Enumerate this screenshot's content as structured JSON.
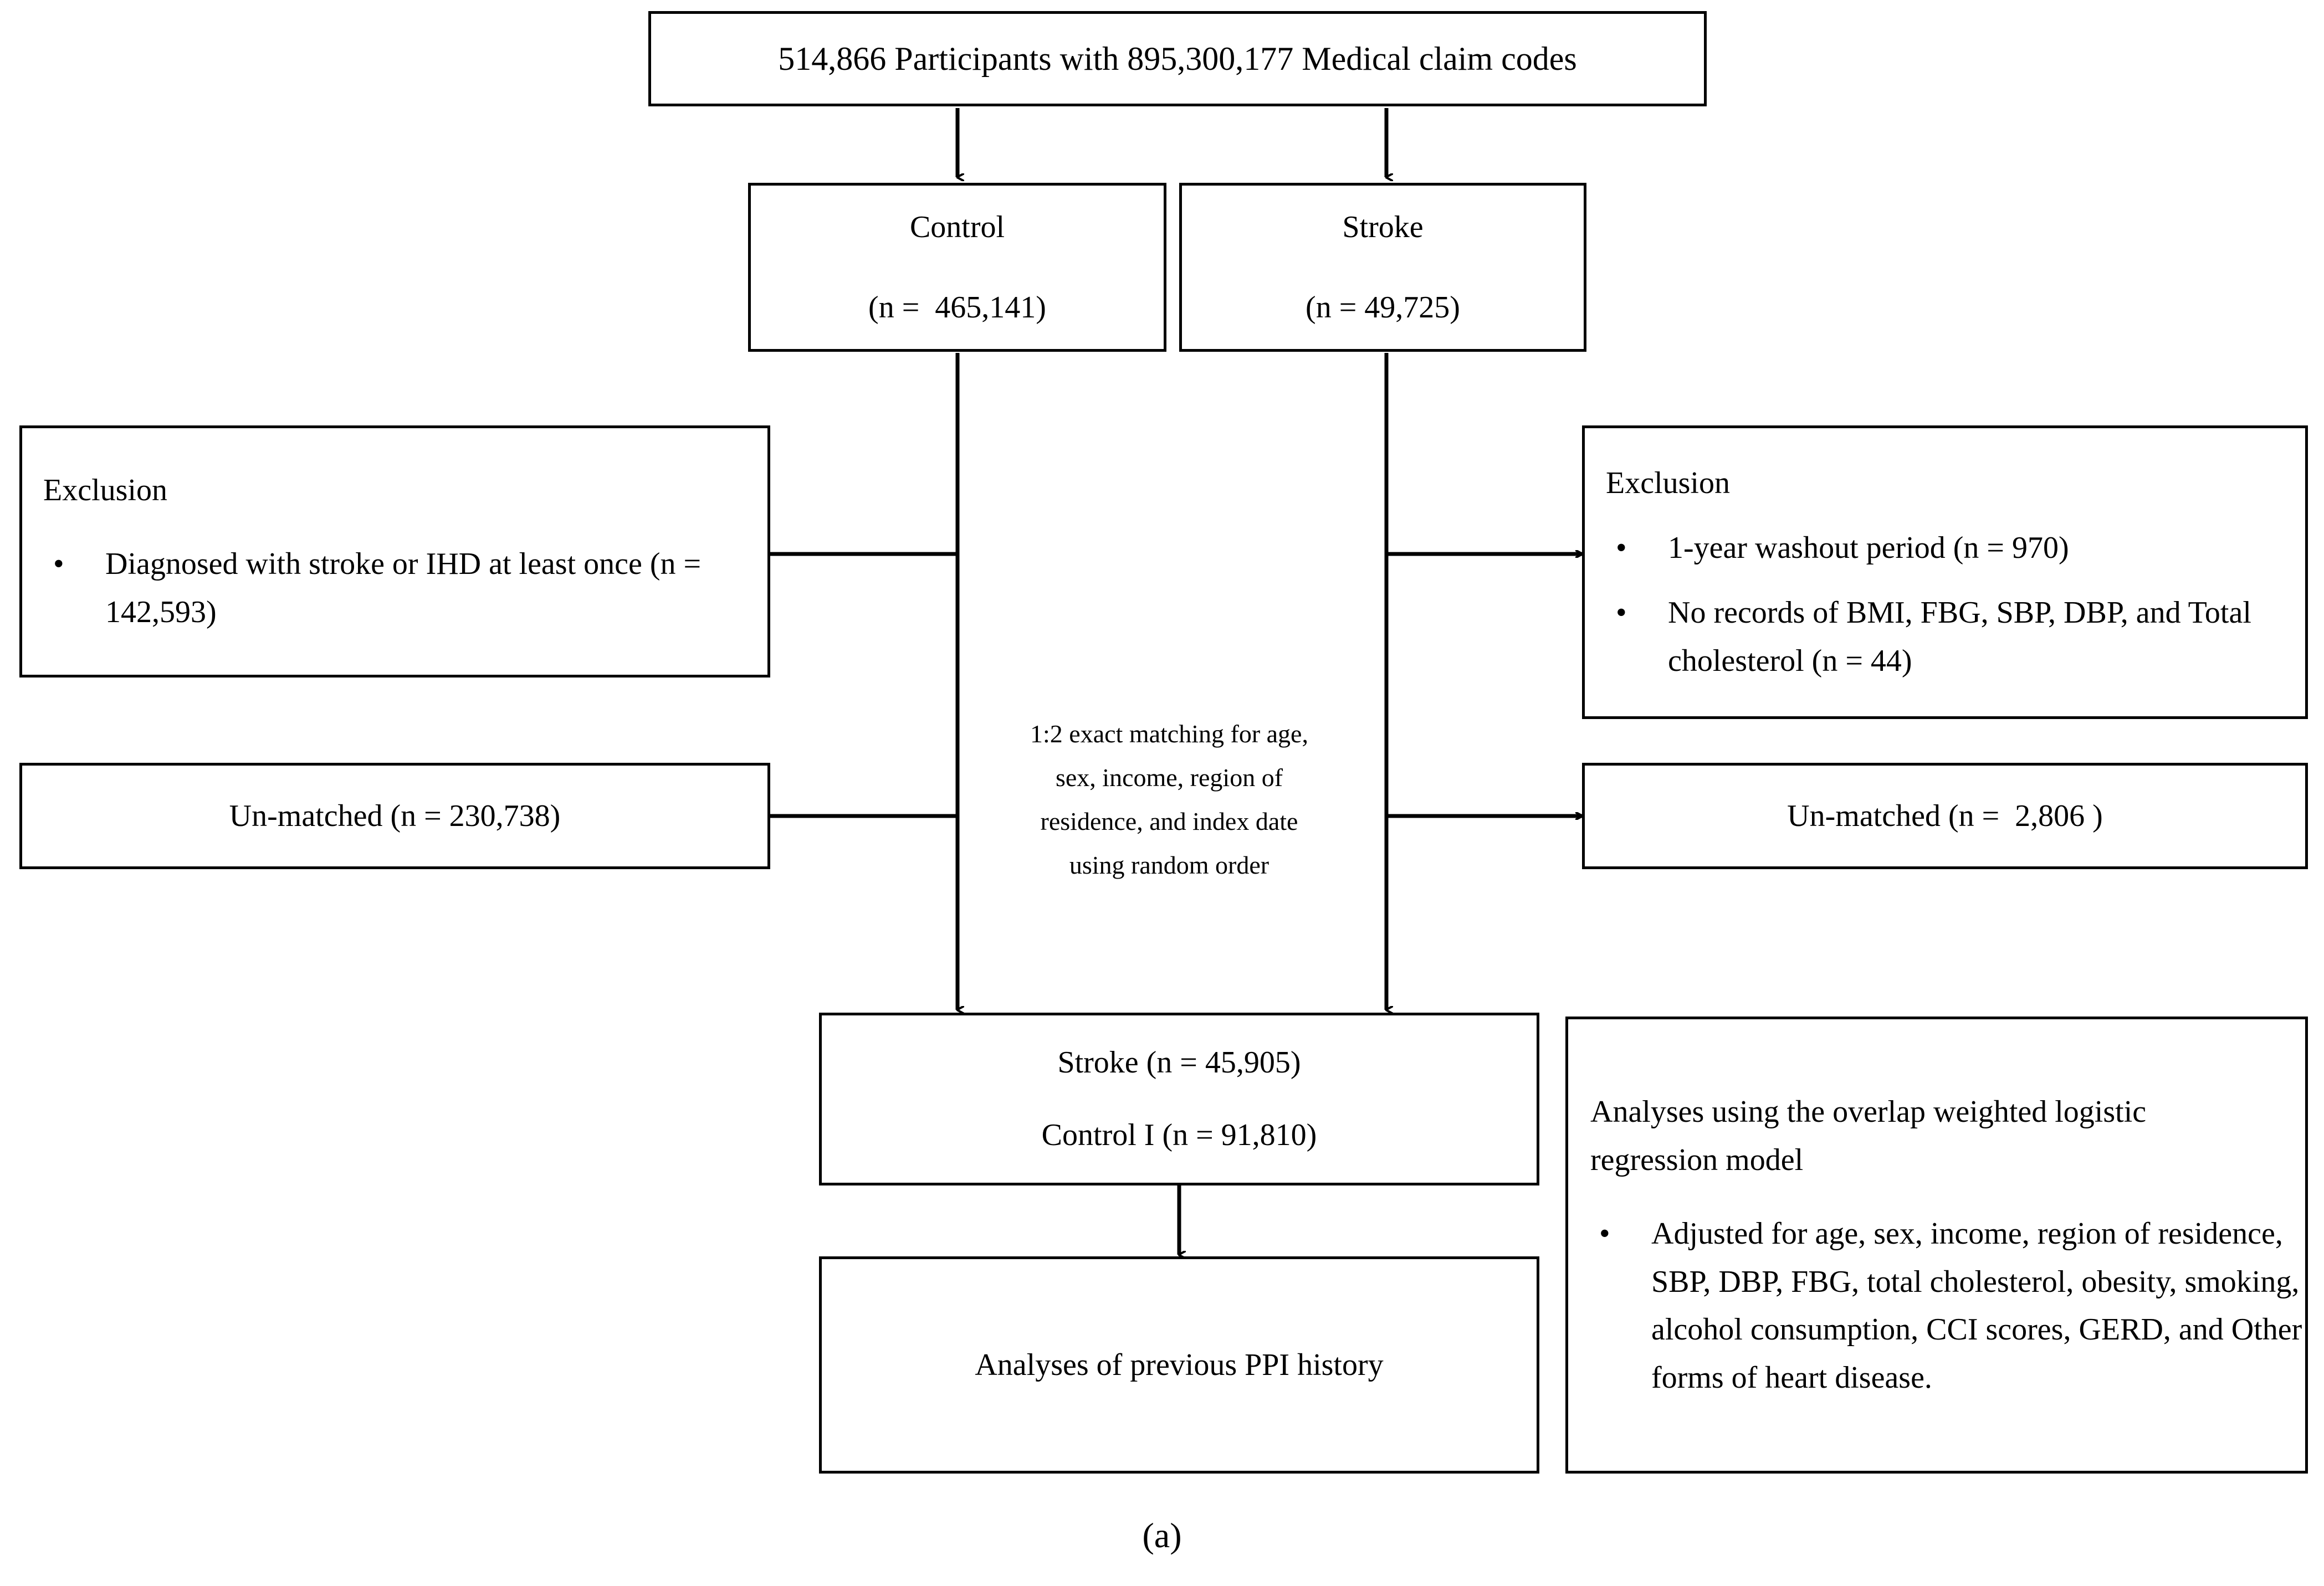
{
  "figure": {
    "label": "(a)",
    "caption_position": "bottom-center"
  },
  "colors": {
    "stroke": "#000000",
    "background": "#ffffff",
    "text": "#000000"
  },
  "nodes": {
    "source": {
      "line1": "514,866 Participants with 895,300,177 Medical claim codes"
    },
    "control": {
      "line1": "Control",
      "line2": "(n =  465,141)"
    },
    "stroke": {
      "line1": "Stroke",
      "line2": "(n = 49,725)"
    },
    "exclusion_left": {
      "header": "Exclusion",
      "bullets": [
        "Diagnosed with stroke or IHD at least once (n = 142,593)"
      ]
    },
    "exclusion_right": {
      "header": "Exclusion",
      "bullets": [
        "1-year washout period (n = 970)",
        "No records of BMI, FBG, SBP, DBP, and Total cholesterol (n = 44)"
      ]
    },
    "unmatched_left": {
      "line1": "Un-matched (n = 230,738)"
    },
    "unmatched_right": {
      "line1": "Un-matched (n =  2,806 )"
    },
    "matching_note": {
      "text": "1:2 exact matching for age,\nsex, income, region of\nresidence, and index date\nusing random order"
    },
    "matched_cohort": {
      "line1": "Stroke (n = 45,905)",
      "line2": "Control I (n = 91,810)"
    },
    "analyses_ppi": {
      "line1": "Analyses of previous PPI history"
    },
    "analyses_model": {
      "header_line1": "Analyses using the overlap weighted logistic",
      "header_line2": "regression model",
      "bullets": [
        "Adjusted for age, sex, income, region of residence, SBP, DBP, FBG, total cholesterol, obesity, smoking, alcohol consumption, CCI scores, GERD, and Other forms of heart disease."
      ]
    }
  },
  "edges": [
    {
      "name": "source-to-control",
      "kind": "vertical-arrow"
    },
    {
      "name": "source-to-stroke",
      "kind": "vertical-arrow"
    },
    {
      "name": "control-to-exclusion-left",
      "kind": "horizontal-arrow-left"
    },
    {
      "name": "stroke-to-exclusion-right",
      "kind": "horizontal-arrow-right"
    },
    {
      "name": "control-to-unmatched-left",
      "kind": "horizontal-arrow-left"
    },
    {
      "name": "stroke-to-unmatched-right",
      "kind": "horizontal-arrow-right"
    },
    {
      "name": "control-to-matched-cohort",
      "kind": "vertical-arrow"
    },
    {
      "name": "stroke-to-matched-cohort",
      "kind": "vertical-arrow"
    },
    {
      "name": "matched-cohort-to-analyses-ppi",
      "kind": "vertical-arrow"
    }
  ]
}
